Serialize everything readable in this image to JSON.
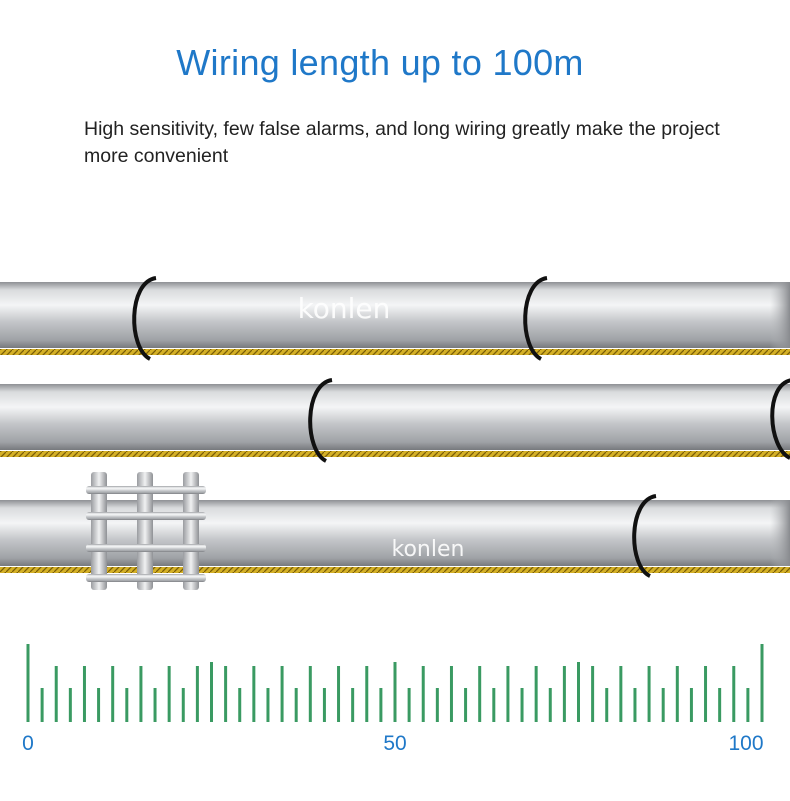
{
  "title": "Wiring length up to 100m",
  "subtitle": "High sensitivity, few false alarms, and long wiring greatly make the project more convenient",
  "watermarks": [
    "konlen",
    "konlen"
  ],
  "ruler": {
    "labels": [
      "0",
      "50",
      "100"
    ],
    "min": 0,
    "max": 100,
    "tick_color": "#3a9a62",
    "label_color": "#1f78c8"
  },
  "colors": {
    "title": "#1f78c8",
    "pipe": "#bfc1c4",
    "cable": "#c9a51c",
    "clip": "#111111"
  }
}
